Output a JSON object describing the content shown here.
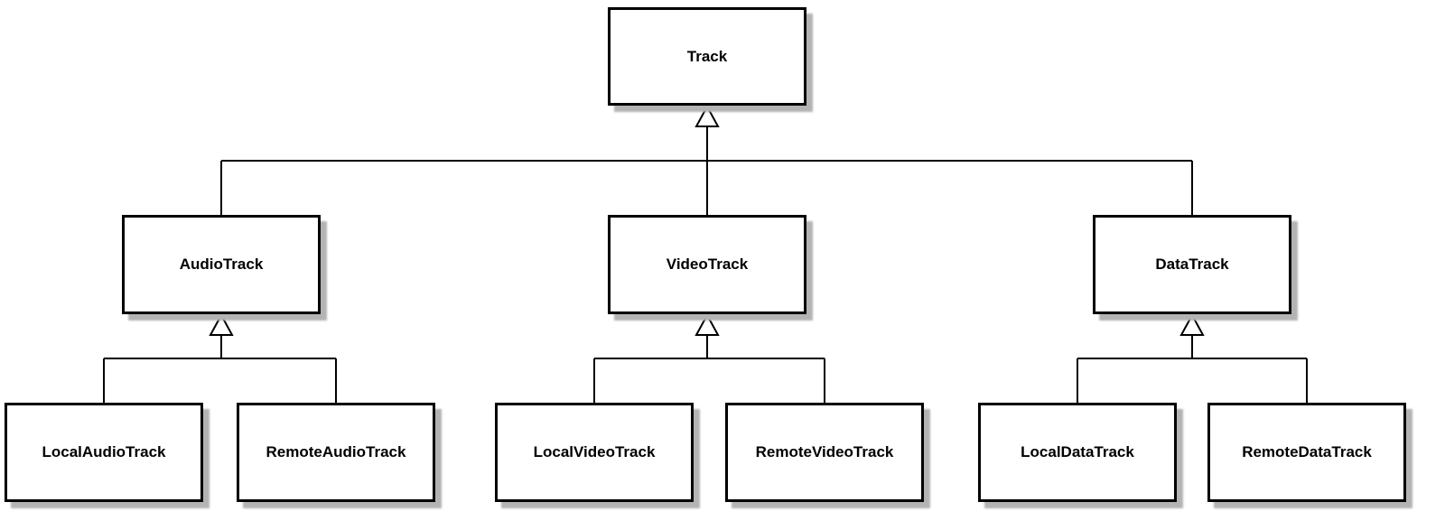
{
  "diagram": {
    "type": "uml-class-inheritance",
    "nodes": {
      "track": {
        "label": "Track"
      },
      "audioTrack": {
        "label": "AudioTrack"
      },
      "videoTrack": {
        "label": "VideoTrack"
      },
      "dataTrack": {
        "label": "DataTrack"
      },
      "localAudioTrack": {
        "label": "LocalAudioTrack"
      },
      "remoteAudioTrack": {
        "label": "RemoteAudioTrack"
      },
      "localVideoTrack": {
        "label": "LocalVideoTrack"
      },
      "remoteVideoTrack": {
        "label": "RemoteVideoTrack"
      },
      "localDataTrack": {
        "label": "LocalDataTrack"
      },
      "remoteDataTrack": {
        "label": "RemoteDataTrack"
      }
    },
    "edges": [
      {
        "from": "AudioTrack",
        "to": "Track",
        "type": "generalization"
      },
      {
        "from": "VideoTrack",
        "to": "Track",
        "type": "generalization"
      },
      {
        "from": "DataTrack",
        "to": "Track",
        "type": "generalization"
      },
      {
        "from": "LocalAudioTrack",
        "to": "AudioTrack",
        "type": "generalization"
      },
      {
        "from": "RemoteAudioTrack",
        "to": "AudioTrack",
        "type": "generalization"
      },
      {
        "from": "LocalVideoTrack",
        "to": "VideoTrack",
        "type": "generalization"
      },
      {
        "from": "RemoteVideoTrack",
        "to": "VideoTrack",
        "type": "generalization"
      },
      {
        "from": "LocalDataTrack",
        "to": "DataTrack",
        "type": "generalization"
      },
      {
        "from": "RemoteDataTrack",
        "to": "DataTrack",
        "type": "generalization"
      }
    ],
    "colors": {
      "background": "#ffffff",
      "node_fill": "#ffffff",
      "node_border": "#000000",
      "edge": "#000000",
      "shadow": "#b3b3b3"
    }
  }
}
